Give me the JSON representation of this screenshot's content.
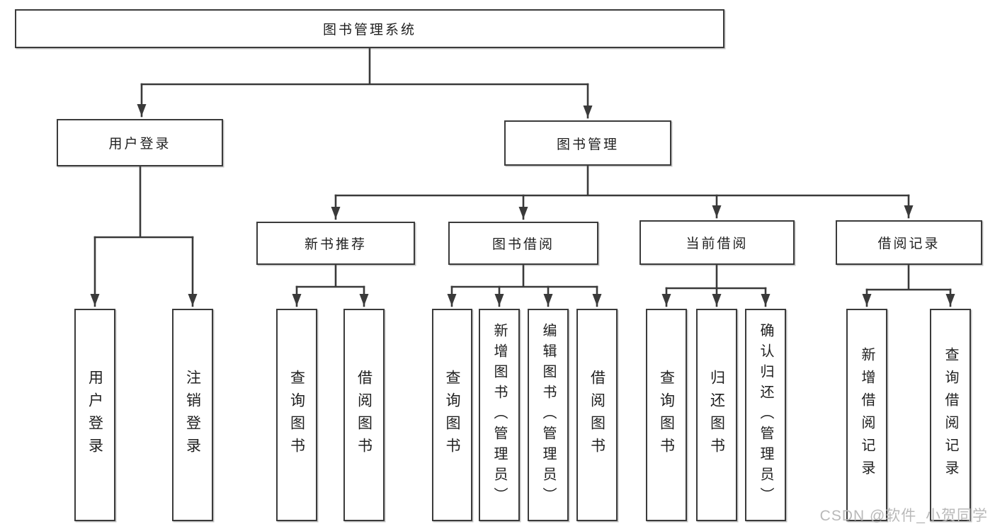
{
  "diagram_type": "tree",
  "nodes": {
    "root": {
      "label": "图书管理系统"
    },
    "user_login": {
      "label": "用户登录"
    },
    "book_mgmt": {
      "label": "图书管理"
    },
    "new_rec": {
      "label": "新书推荐"
    },
    "book_borrow": {
      "label": "图书借阅"
    },
    "current_borrow": {
      "label": "当前借阅"
    },
    "borrow_record": {
      "label": "借阅记录"
    },
    "ul_login": {
      "label": "用户登录"
    },
    "ul_logout": {
      "label": "注销登录"
    },
    "nr_query": {
      "label": "查询图书"
    },
    "nr_borrow": {
      "label": "借阅图书"
    },
    "bb_query": {
      "label": "查询图书"
    },
    "bb_add": {
      "label": "新增图书（管理员）"
    },
    "bb_edit": {
      "label": "编辑图书（管理员）"
    },
    "bb_borrow": {
      "label": "借阅图书"
    },
    "cb_query": {
      "label": "查询图书"
    },
    "cb_return": {
      "label": "归还图书"
    },
    "cb_confirm": {
      "label": "确认归还（管理员）"
    },
    "br_add": {
      "label": "新增借阅记录"
    },
    "br_query": {
      "label": "查询借阅记录"
    }
  },
  "hierarchy": {
    "图书管理系统": {
      "用户登录": [
        "用户登录",
        "注销登录"
      ],
      "图书管理": {
        "新书推荐": [
          "查询图书",
          "借阅图书"
        ],
        "图书借阅": [
          "查询图书",
          "新增图书（管理员）",
          "编辑图书（管理员）",
          "借阅图书"
        ],
        "当前借阅": [
          "查询图书",
          "归还图书",
          "确认归还（管理员）"
        ],
        "借阅记录": [
          "新增借阅记录",
          "查询借阅记录"
        ]
      }
    }
  },
  "colors": {
    "line": "#3a3a3a",
    "box_border": "#3b3b3b",
    "text": "#1f1f1f",
    "watermark": "#b9b9b9",
    "background": "#ffffff"
  },
  "watermark": {
    "text": "CSDN @软件_小贺同学"
  }
}
